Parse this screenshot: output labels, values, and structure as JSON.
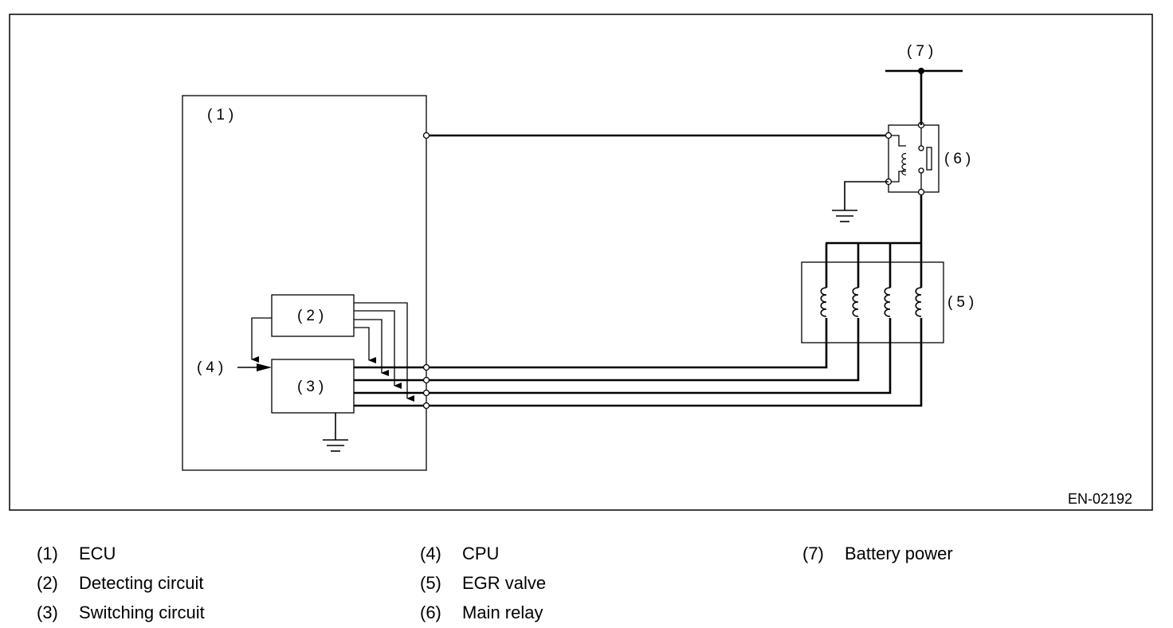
{
  "diagram": {
    "labels": {
      "ecu": "(1)",
      "detecting": "(2)",
      "switching": "(3)",
      "cpu": "(4)",
      "egr": "(5)",
      "relay": "(6)",
      "battery": "(7)"
    },
    "figure_code": "EN-02192"
  },
  "legend": [
    {
      "num": "(1)",
      "text": "ECU"
    },
    {
      "num": "(2)",
      "text": "Detecting circuit"
    },
    {
      "num": "(3)",
      "text": "Switching circuit"
    },
    {
      "num": "(4)",
      "text": "CPU"
    },
    {
      "num": "(5)",
      "text": "EGR valve"
    },
    {
      "num": "(6)",
      "text": "Main relay"
    },
    {
      "num": "(7)",
      "text": "Battery power"
    }
  ]
}
